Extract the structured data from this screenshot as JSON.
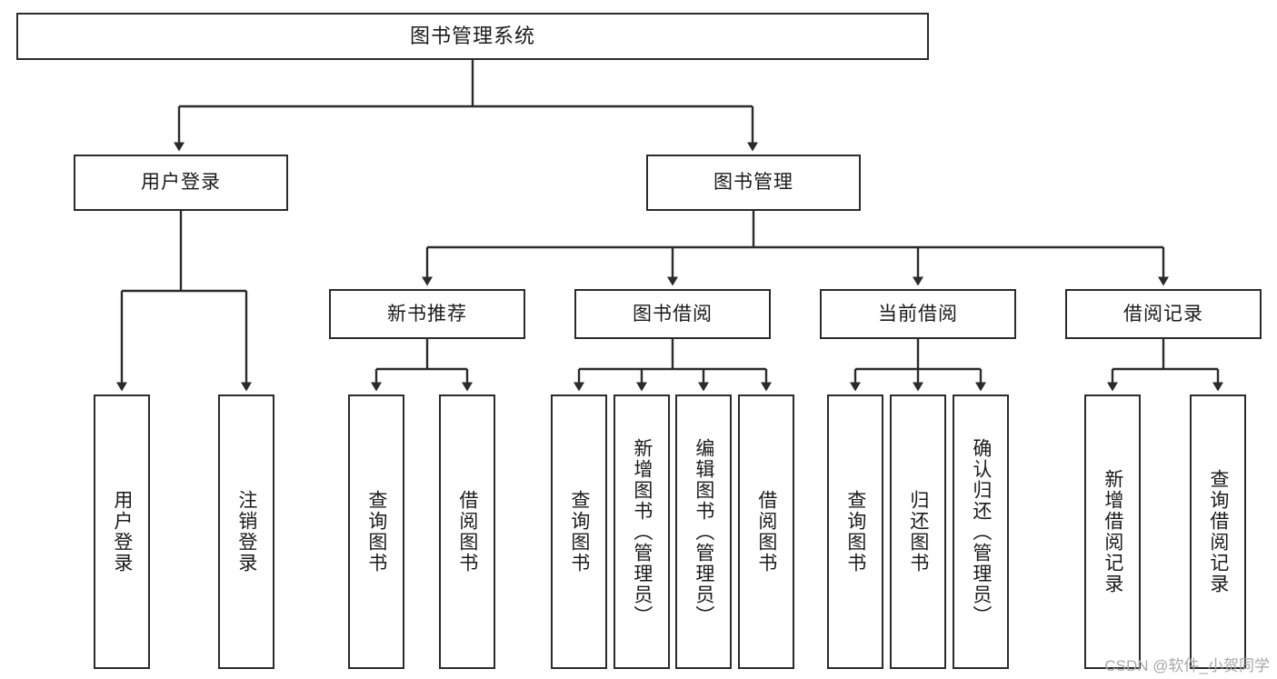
{
  "diagram": {
    "title": "图书管理系统",
    "type": "tree-hierarchy-chart",
    "root": {
      "label": "图书管理系统"
    },
    "level2": [
      {
        "label": "用户登录"
      },
      {
        "label": "图书管理"
      }
    ],
    "level3": [
      {
        "label": "新书推荐"
      },
      {
        "label": "图书借阅"
      },
      {
        "label": "当前借阅"
      },
      {
        "label": "借阅记录"
      }
    ],
    "leaves": {
      "user_login": [
        {
          "label": "用户登录"
        },
        {
          "label": "注销登录"
        }
      ],
      "new_book_recommend": [
        {
          "label": "查询图书"
        },
        {
          "label": "借阅图书"
        }
      ],
      "book_borrow": [
        {
          "label": "查询图书"
        },
        {
          "label": "新增图书（管理员）"
        },
        {
          "label": "编辑图书（管理员）"
        },
        {
          "label": "借阅图书"
        }
      ],
      "current_borrow": [
        {
          "label": "查询图书"
        },
        {
          "label": "归还图书"
        },
        {
          "label": "确认归还（管理员）"
        }
      ],
      "borrow_record": [
        {
          "label": "新增借阅记录"
        },
        {
          "label": "查询借阅记录"
        }
      ]
    }
  },
  "watermark": {
    "text": "CSDN @软件_小贺同学"
  },
  "colors": {
    "border": "#2b2b2b",
    "background": "#ffffff",
    "text": "#1a1a1a",
    "watermark": "#a8a8a8"
  }
}
